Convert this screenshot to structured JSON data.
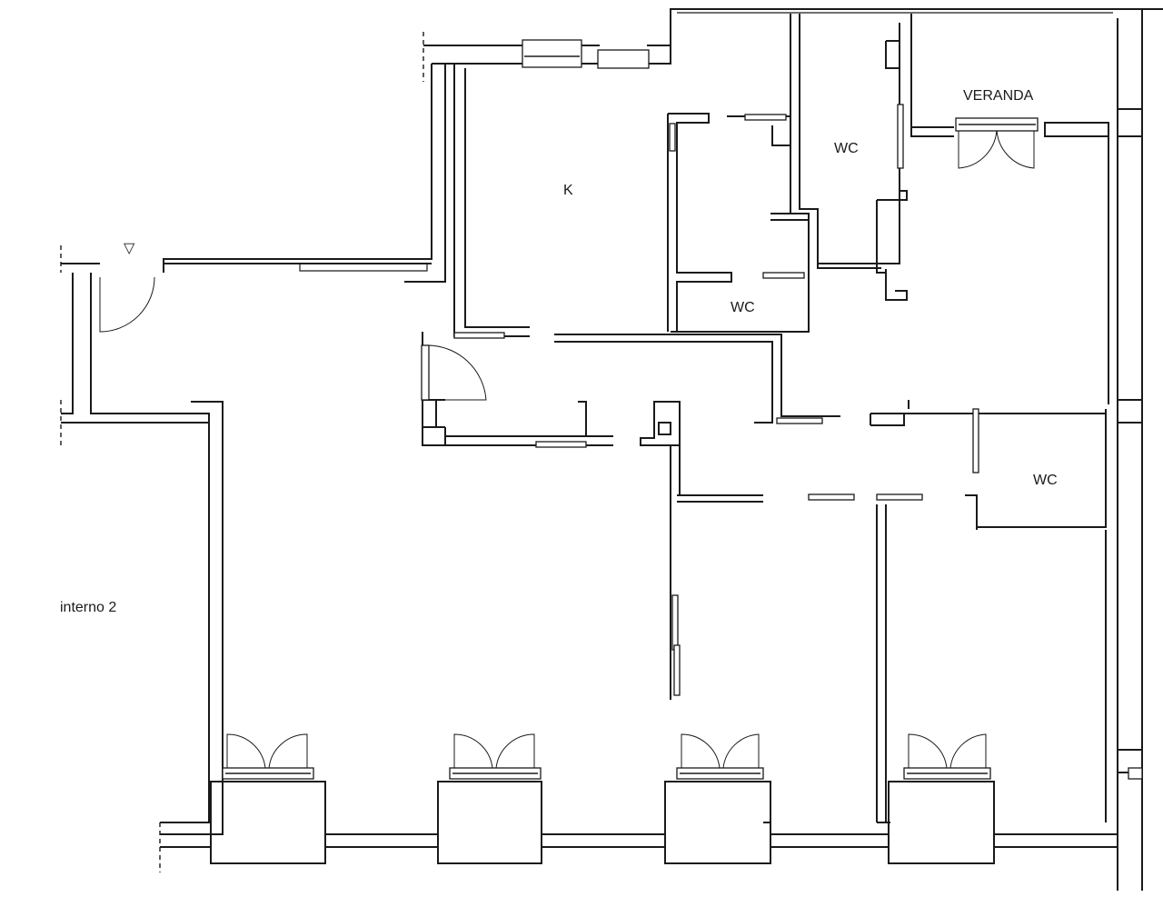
{
  "plan": {
    "rooms": {
      "kitchen": "K",
      "wc_upper": "WC",
      "wc_middle": "WC",
      "wc_right": "WC",
      "veranda": "VERANDA",
      "neighbor": "interno 2"
    },
    "entrance_marker": "▽"
  }
}
